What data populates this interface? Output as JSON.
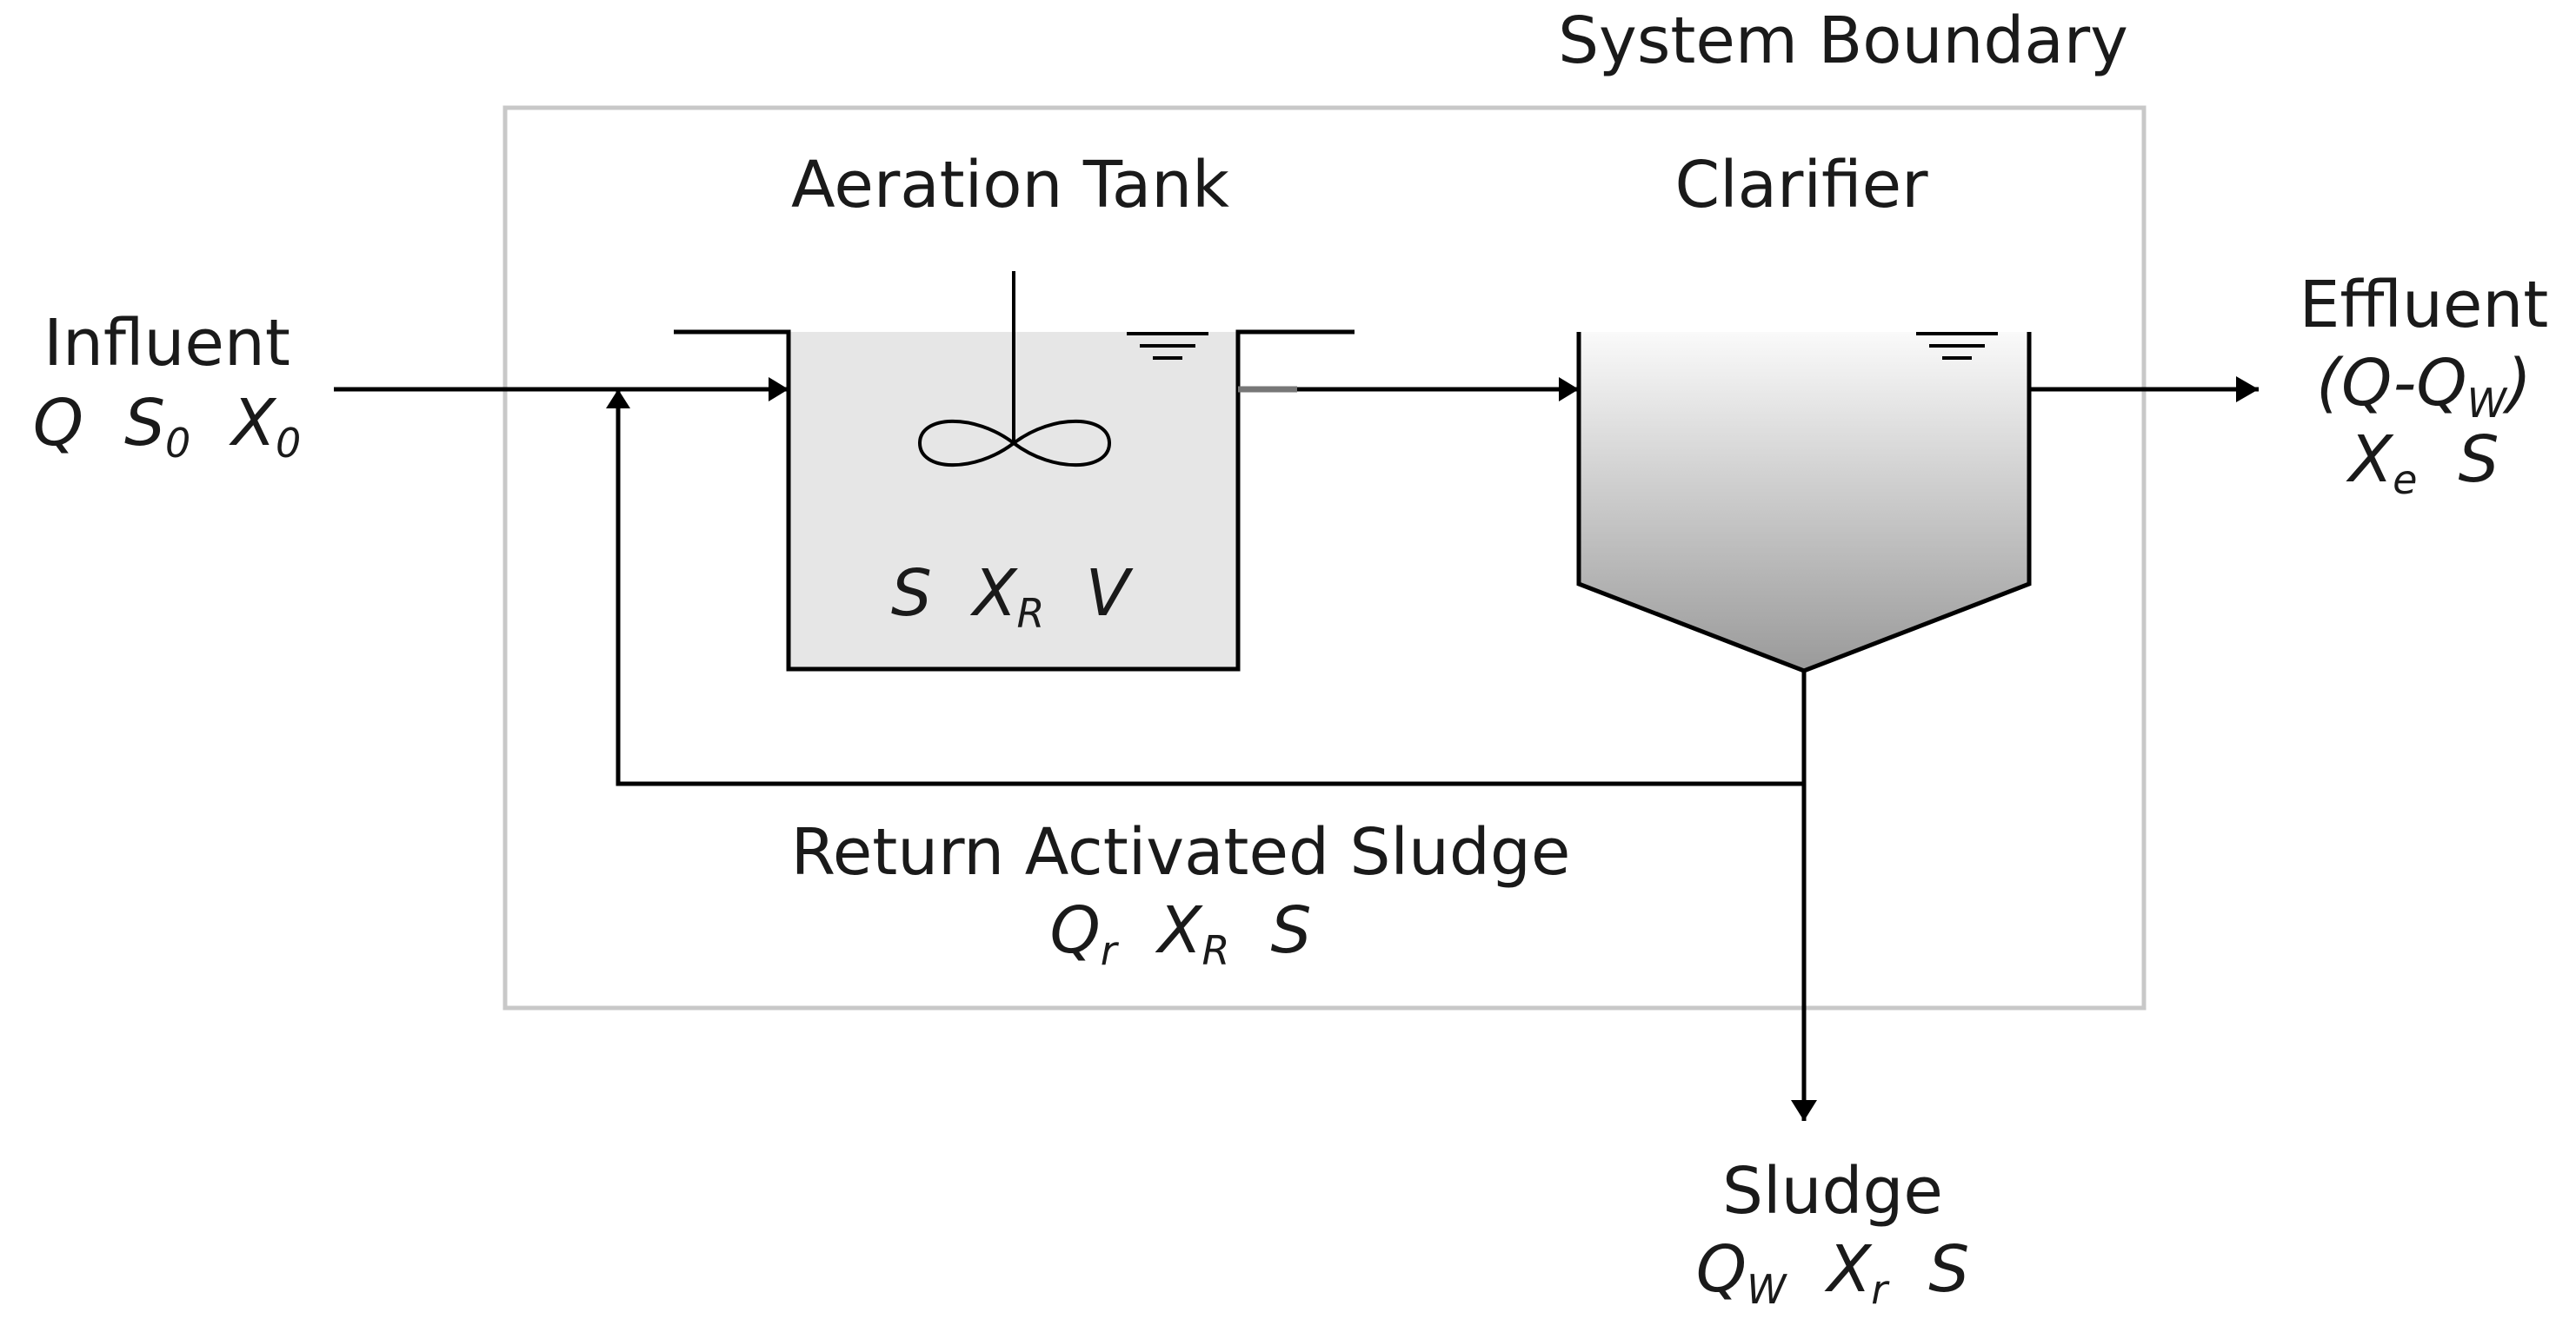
{
  "system_boundary": {
    "label": "System Boundary",
    "border_color": "#c8c8c8"
  },
  "aeration_tank": {
    "title": "Aeration Tank",
    "fill_color": "#e6e6e6",
    "vars": {
      "s": "S",
      "x": "X",
      "x_sub": "R",
      "v": "V"
    }
  },
  "clarifier": {
    "title": "Clarifier",
    "gradient_top": "#fafafa",
    "gradient_bottom": "#9a9a9a"
  },
  "influent": {
    "label": "Influent",
    "vars": {
      "q": "Q",
      "s": "S",
      "s_sub": "0",
      "x": "X",
      "x_sub": "0"
    }
  },
  "effluent": {
    "label": "Effluent",
    "flow": {
      "open": "(Q-Q",
      "sub": "W",
      "close": ")"
    },
    "vars": {
      "x": "X",
      "x_sub": "e",
      "s": "S"
    }
  },
  "return_sludge": {
    "label": "Return Activated Sludge",
    "vars": {
      "q": "Q",
      "q_sub": "r",
      "x": "X",
      "x_sub": "R",
      "s": "S"
    }
  },
  "waste_sludge": {
    "label": "Sludge",
    "vars": {
      "q": "Q",
      "q_sub": "W",
      "x": "X",
      "x_sub": "r",
      "s": "S"
    }
  }
}
